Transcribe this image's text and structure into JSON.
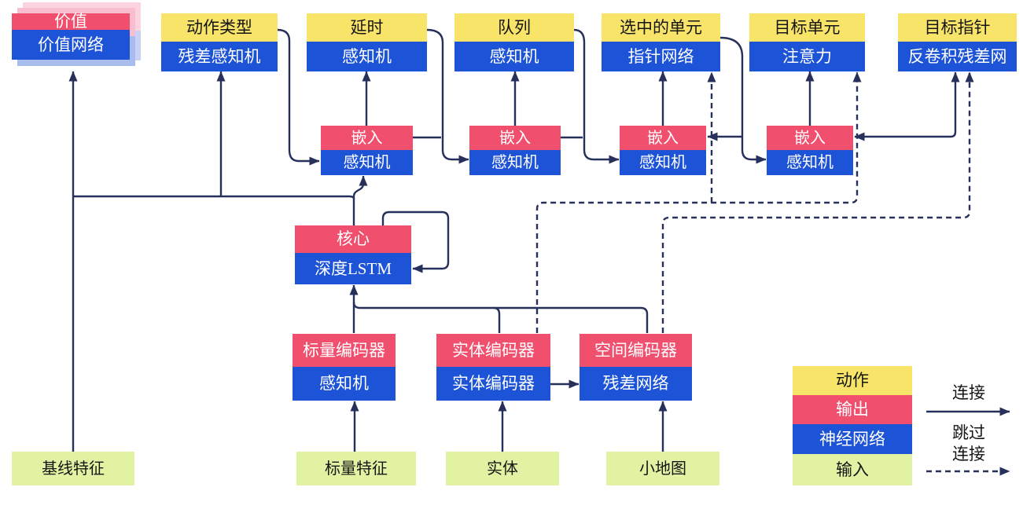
{
  "diagram_title": "AlphaStar-style agent architecture (Chinese)",
  "nodes": {
    "value": {
      "action": "价值",
      "network": "价值网络"
    },
    "action_type": {
      "action": "动作类型",
      "network": "残差感知机"
    },
    "delay": {
      "action": "延时",
      "network": "感知机"
    },
    "queue": {
      "action": "队列",
      "network": "感知机"
    },
    "selected_units": {
      "action": "选中的单元",
      "network": "指针网络"
    },
    "target_unit": {
      "action": "目标单元",
      "network": "注意力"
    },
    "target_pointer": {
      "action": "目标指针",
      "network": "反卷积残差网"
    },
    "embed_1": {
      "output": "嵌入",
      "network": "感知机"
    },
    "embed_2": {
      "output": "嵌入",
      "network": "感知机"
    },
    "embed_3": {
      "output": "嵌入",
      "network": "感知机"
    },
    "embed_4": {
      "output": "嵌入",
      "network": "感知机"
    },
    "core": {
      "output": "核心",
      "network": "深度LSTM"
    },
    "scalar_encoder": {
      "output": "标量编码器",
      "network": "感知机"
    },
    "entity_encoder": {
      "output": "实体编码器",
      "network": "实体编码器"
    },
    "spatial_encoder": {
      "output": "空间编码器",
      "network": "残差网络"
    },
    "baseline_features": {
      "label": "基线特征"
    },
    "scalar_features": {
      "label": "标量特征"
    },
    "entities": {
      "label": "实体"
    },
    "minimap": {
      "label": "小地图"
    }
  },
  "legend": {
    "action": "动作",
    "output": "输出",
    "network": "神经网络",
    "input": "输入",
    "solid_label": "连接",
    "skip_label_line1": "跳过",
    "skip_label_line2": "连接"
  },
  "colors": {
    "action_yellow": "#f7e468",
    "output_red": "#f04f6e",
    "network_blue": "#1d53d6",
    "input_green": "#e1f2a3",
    "connector_navy": "#27305a",
    "shadow_pink": "#f8bed0",
    "shadow_blue": "#a9bcee"
  }
}
